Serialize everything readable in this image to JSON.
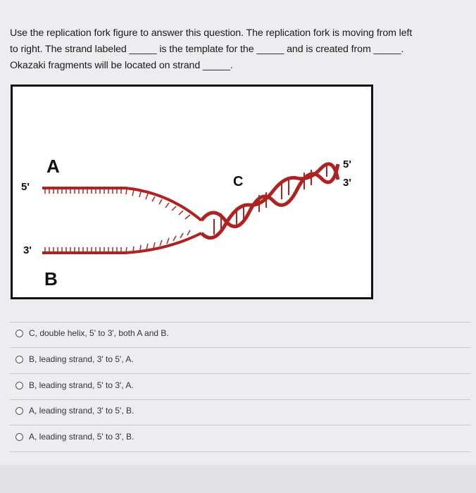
{
  "question": {
    "line1": "Use the replication fork figure to answer this question. The replication fork is moving from left",
    "line2": "to right. The strand labeled _____ is the template for the _____ and is created from _____.",
    "line3": "Okazaki fragments will be located on strand _____."
  },
  "figure": {
    "label_a": "A",
    "label_b": "B",
    "label_c": "C",
    "top_left_end": "5'",
    "bottom_left_end": "3'",
    "right_top_end": "5'",
    "right_bottom_end": "3'"
  },
  "options": [
    "C, double helix, 5' to 3', both A and B.",
    "B, leading strand, 3' to 5', A.",
    "B, leading strand, 5' to 3', A.",
    "A, leading strand, 3' to 5', B.",
    "A, leading strand, 5' to 3', B."
  ]
}
